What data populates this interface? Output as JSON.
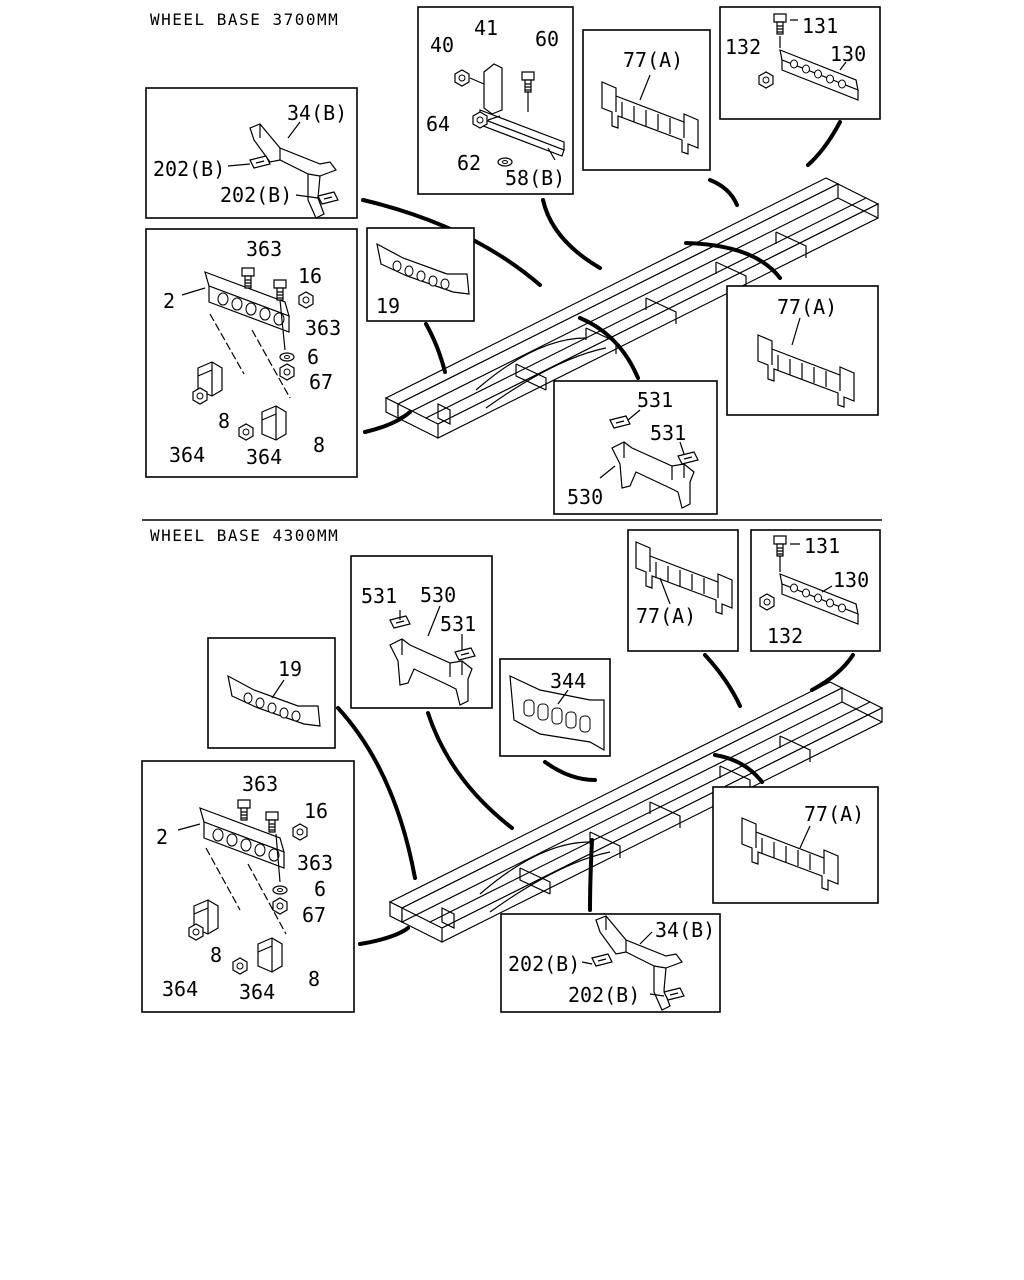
{
  "section_a": {
    "title": "WHEEL BASE 3700MM",
    "box_bolt_bracket": {
      "l40": "40",
      "l41": "41",
      "l60": "60",
      "l64": "64",
      "l62": "62",
      "l58": "58(B)"
    },
    "box_77a_top": {
      "label": "77(A)"
    },
    "box_rail_top": {
      "l131": "131",
      "l132": "132",
      "l130": "130"
    },
    "box_34b": {
      "l34": "34(B)",
      "l202a": "202(B)",
      "l202b": "202(B)"
    },
    "box_crossmember": {
      "l363a": "363",
      "l16": "16",
      "l2": "2",
      "l363b": "363",
      "l6": "6",
      "l67": "67",
      "l8a": "8",
      "l364a": "364",
      "l364b": "364",
      "l8b": "8"
    },
    "box_19": {
      "label": "19"
    },
    "box_77a_mid": {
      "label": "77(A)"
    },
    "box_530": {
      "l531a": "531",
      "l531b": "531",
      "l530": "530"
    }
  },
  "section_b": {
    "title": "WHEEL BASE 4300MM",
    "box_530": {
      "l531a": "531",
      "l530": "530",
      "l531b": "531"
    },
    "box_77a_top": {
      "label": "77(A)"
    },
    "box_rail_top": {
      "l131": "131",
      "l130": "130",
      "l132": "132"
    },
    "box_19": {
      "label": "19"
    },
    "box_344": {
      "label": "344"
    },
    "box_crossmember": {
      "l363a": "363",
      "l16": "16",
      "l2": "2",
      "l363b": "363",
      "l6": "6",
      "l67": "67",
      "l8a": "8",
      "l364a": "364",
      "l364b": "364",
      "l8b": "8"
    },
    "box_77a_mid": {
      "label": "77(A)"
    },
    "box_34b": {
      "l34": "34(B)",
      "l202a": "202(B)",
      "l202b": "202(B)"
    }
  }
}
